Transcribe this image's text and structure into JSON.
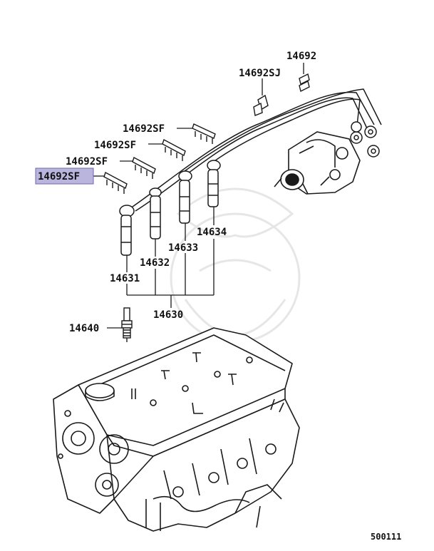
{
  "diagram": {
    "part_labels": [
      {
        "id": "p14692",
        "text": "14692"
      },
      {
        "id": "p14692SJ",
        "text": "14692SJ"
      },
      {
        "id": "p14692SF_a",
        "text": "14692SF"
      },
      {
        "id": "p14692SF_b",
        "text": "14692SF"
      },
      {
        "id": "p14692SF_c",
        "text": "14692SF"
      },
      {
        "id": "p14692SF_d",
        "text": "14692SF",
        "highlighted": true
      },
      {
        "id": "p14634",
        "text": "14634"
      },
      {
        "id": "p14633",
        "text": "14633"
      },
      {
        "id": "p14632",
        "text": "14632"
      },
      {
        "id": "p14631",
        "text": "14631"
      },
      {
        "id": "p14630",
        "text": "14630"
      },
      {
        "id": "p14640",
        "text": "14640"
      }
    ],
    "figure_code": "500111",
    "colors": {
      "line": "#1a1a1a",
      "highlight_fill": "#b9b5dd",
      "highlight_stroke": "#6e66b0",
      "watermark": "#e6e6e6"
    }
  }
}
